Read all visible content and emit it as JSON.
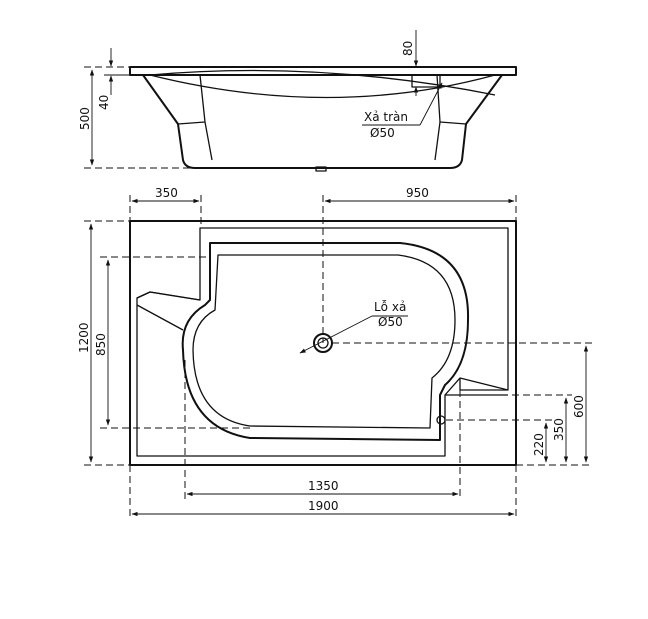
{
  "side_view": {
    "dim_500": "500",
    "dim_40": "40",
    "dim_80": "80",
    "overflow_label": "Xả tràn",
    "overflow_diameter": "Ø50"
  },
  "top_view": {
    "dim_350_top": "350",
    "dim_950": "950",
    "dim_1200": "1200",
    "dim_850": "850",
    "drain_label": "Lỗ xả",
    "drain_diameter": "Ø50",
    "dim_600": "600",
    "dim_350_right": "350",
    "dim_220": "220",
    "dim_1350": "1350",
    "dim_1900": "1900"
  }
}
